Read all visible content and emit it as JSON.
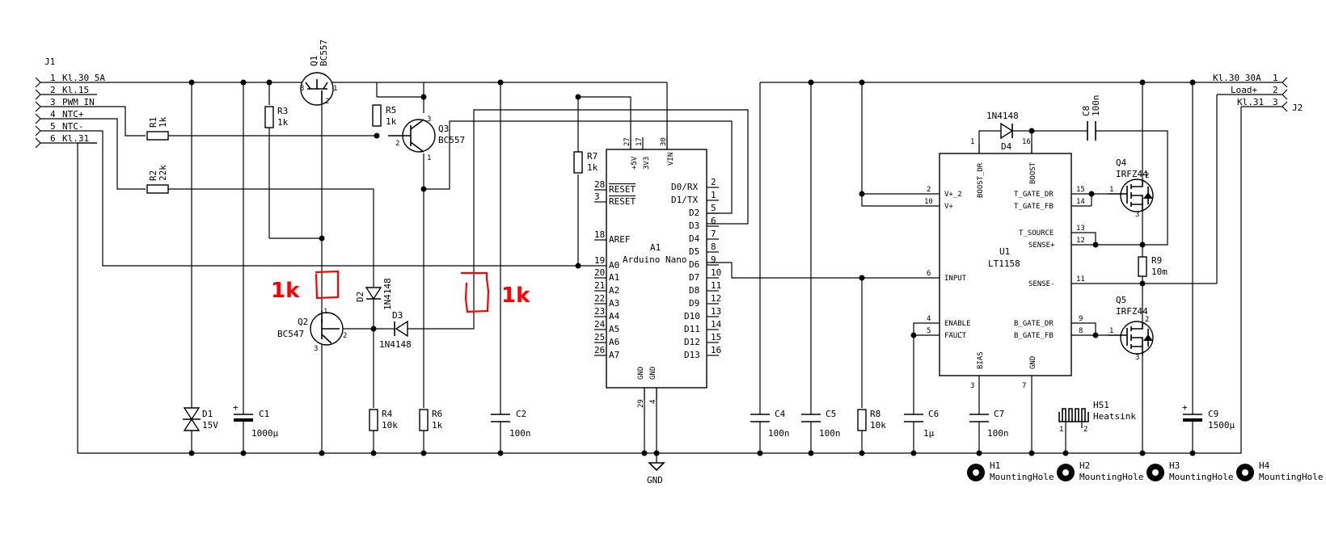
{
  "j1": {
    "ref": "J1",
    "pins": [
      {
        "num": "1",
        "name": "Kl.30_5A"
      },
      {
        "num": "2",
        "name": "Kl.15"
      },
      {
        "num": "3",
        "name": "PWM_IN"
      },
      {
        "num": "4",
        "name": "NTC+"
      },
      {
        "num": "5",
        "name": "NTC-"
      },
      {
        "num": "6",
        "name": "Kl.31"
      }
    ]
  },
  "j2": {
    "ref": "J2",
    "pins": [
      {
        "num": "1",
        "name": "Kl.30_30A"
      },
      {
        "num": "2",
        "name": "Load+"
      },
      {
        "num": "3",
        "name": "Kl.31"
      }
    ]
  },
  "q1": {
    "ref": "Q1",
    "value": "BC557"
  },
  "q2": {
    "ref": "Q2",
    "value": "BC547"
  },
  "q3": {
    "ref": "Q3",
    "value": "BC557"
  },
  "q4": {
    "ref": "Q4",
    "value": "IRFZ44"
  },
  "q5": {
    "ref": "Q5",
    "value": "IRFZ44"
  },
  "r1": {
    "ref": "R1",
    "value": "1k"
  },
  "r2": {
    "ref": "R2",
    "value": "22k"
  },
  "r3": {
    "ref": "R3",
    "value": "1k"
  },
  "r4": {
    "ref": "R4",
    "value": "10k"
  },
  "r5": {
    "ref": "R5",
    "value": "1k"
  },
  "r6": {
    "ref": "R6",
    "value": "1k"
  },
  "r7": {
    "ref": "R7",
    "value": "1k"
  },
  "r8": {
    "ref": "R8",
    "value": "10k"
  },
  "r9": {
    "ref": "R9",
    "value": "10m"
  },
  "c1": {
    "ref": "C1",
    "value": "1000µ"
  },
  "c2": {
    "ref": "C2",
    "value": "100n"
  },
  "c4": {
    "ref": "C4",
    "value": "100n"
  },
  "c5": {
    "ref": "C5",
    "value": "100n"
  },
  "c6": {
    "ref": "C6",
    "value": "1µ"
  },
  "c7": {
    "ref": "C7",
    "value": "100n"
  },
  "c8": {
    "ref": "C8",
    "value": "100n"
  },
  "c9": {
    "ref": "C9",
    "value": "1500µ"
  },
  "d1": {
    "ref": "D1",
    "value": "15V"
  },
  "d2": {
    "ref": "D2",
    "value": "1N4148"
  },
  "d3": {
    "ref": "D3",
    "value": "1N4148"
  },
  "d4": {
    "ref": "D4",
    "value": "1N4148"
  },
  "gnd": {
    "label": "GND"
  },
  "a1": {
    "ref": "A1",
    "value": "Arduino Nano",
    "top_pins": [
      {
        "num": "27",
        "name": "+5V"
      },
      {
        "num": "17",
        "name": "3V3"
      },
      {
        "num": "30",
        "name": "VIN"
      }
    ],
    "bottom_pins": [
      {
        "num": "29",
        "name": "GND"
      },
      {
        "num": "4",
        "name": "GND"
      }
    ],
    "left_pins": [
      {
        "num": "28",
        "name": "RESET"
      },
      {
        "num": "3",
        "name": "RESET"
      },
      {
        "num": "18",
        "name": "AREF"
      },
      {
        "num": "19",
        "name": "A0"
      },
      {
        "num": "20",
        "name": "A1"
      },
      {
        "num": "21",
        "name": "A2"
      },
      {
        "num": "22",
        "name": "A3"
      },
      {
        "num": "23",
        "name": "A4"
      },
      {
        "num": "24",
        "name": "A5"
      },
      {
        "num": "25",
        "name": "A6"
      },
      {
        "num": "26",
        "name": "A7"
      }
    ],
    "right_pins": [
      {
        "num": "2",
        "name": "D0/RX"
      },
      {
        "num": "1",
        "name": "D1/TX"
      },
      {
        "num": "5",
        "name": "D2"
      },
      {
        "num": "6",
        "name": "D3"
      },
      {
        "num": "7",
        "name": "D4"
      },
      {
        "num": "8",
        "name": "D5"
      },
      {
        "num": "9",
        "name": "D6"
      },
      {
        "num": "10",
        "name": "D7"
      },
      {
        "num": "11",
        "name": "D8"
      },
      {
        "num": "12",
        "name": "D9"
      },
      {
        "num": "13",
        "name": "D10"
      },
      {
        "num": "14",
        "name": "D11"
      },
      {
        "num": "15",
        "name": "D12"
      },
      {
        "num": "16",
        "name": "D13"
      }
    ]
  },
  "u1": {
    "ref": "U1",
    "value": "LT1158",
    "top_pins": [
      {
        "num": "1",
        "name": "BOOST_DR"
      },
      {
        "num": "16",
        "name": "BOOST"
      }
    ],
    "bottom_pins": [
      {
        "num": "3",
        "name": "BIAS"
      },
      {
        "num": "7",
        "name": "GND"
      }
    ],
    "left_pins": [
      {
        "num": "2",
        "name": "V+_2"
      },
      {
        "num": "10",
        "name": "V+"
      },
      {
        "num": "6",
        "name": "INPUT"
      },
      {
        "num": "4",
        "name": "ENABLE"
      },
      {
        "num": "5",
        "name": "FAULT"
      }
    ],
    "right_pins": [
      {
        "num": "15",
        "name": "T_GATE_DR"
      },
      {
        "num": "14",
        "name": "T_GATE_FB"
      },
      {
        "num": "13",
        "name": "T_SOURCE"
      },
      {
        "num": "12",
        "name": "SENSE+"
      },
      {
        "num": "11",
        "name": "SENSE-"
      },
      {
        "num": "9",
        "name": "B_GATE_DR"
      },
      {
        "num": "8",
        "name": "B_GATE_FB"
      }
    ]
  },
  "hs1": {
    "ref": "HS1",
    "value": "Heatsink"
  },
  "mounting_holes": [
    {
      "ref": "H1",
      "value": "MountingHole"
    },
    {
      "ref": "H2",
      "value": "MountingHole"
    },
    {
      "ref": "H3",
      "value": "MountingHole"
    },
    {
      "ref": "H4",
      "value": "MountingHole"
    }
  ],
  "mosfet_pins": {
    "gate": "1",
    "drain": "2",
    "source": "3"
  },
  "bjt_pins": {
    "q1": [
      "3",
      "1",
      "2"
    ],
    "q2": [
      "1",
      "2",
      "3"
    ],
    "q3": [
      "3",
      "2",
      "1"
    ]
  },
  "annotations": [
    {
      "text": "1k"
    },
    {
      "text": "1k"
    }
  ],
  "annotation_color": "#ff0000"
}
